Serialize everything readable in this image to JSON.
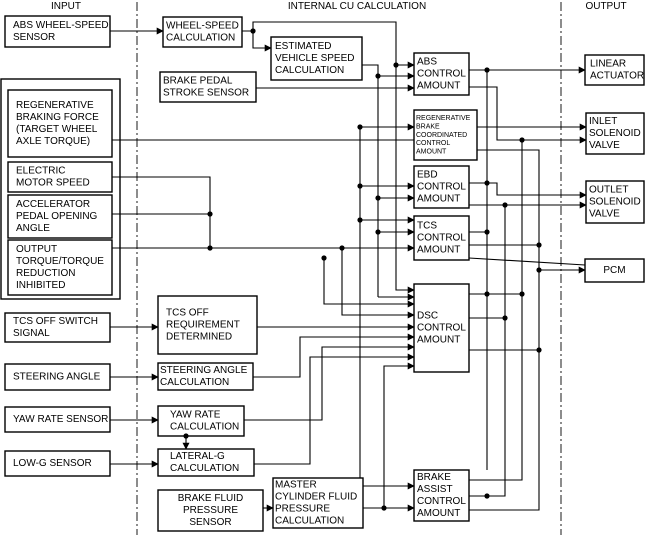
{
  "headers": {
    "input": "INPUT",
    "internal": "INTERNAL CU CALCULATION",
    "output": "OUTPUT"
  },
  "boxes": {
    "abs_wheel_speed_sensor": [
      "ABS WHEEL-SPEED",
      "SENSOR"
    ],
    "regen_braking_force": [
      "REGENERATIVE",
      "BRAKING FORCE",
      "(TARGET WHEEL",
      "AXLE TORQUE)"
    ],
    "electric_motor_speed": [
      "ELECTRIC",
      "MOTOR SPEED"
    ],
    "accel_pedal": [
      "ACCELERATOR",
      "PEDAL OPENING",
      "ANGLE"
    ],
    "output_torque": [
      "OUTPUT",
      "TORQUE/TORQUE",
      "REDUCTION",
      "INHIBITED"
    ],
    "tcs_off_switch": [
      "TCS OFF SWITCH",
      "SIGNAL"
    ],
    "steering_angle": [
      "STEERING ANGLE"
    ],
    "yaw_rate_sensor": [
      "YAW RATE SENSOR"
    ],
    "low_g_sensor": [
      "LOW-G SENSOR"
    ],
    "brake_fluid_pressure_sensor": [
      "BRAKE FLUID",
      "PRESSURE",
      "SENSOR"
    ],
    "wheel_speed_calc": [
      "WHEEL-SPEED",
      "CALCULATION"
    ],
    "est_vehicle_speed": [
      "ESTIMATED",
      "VEHICLE SPEED",
      "CALCULATION"
    ],
    "brake_pedal_stroke": [
      "BRAKE PEDAL",
      "STROKE SENSOR"
    ],
    "tcs_off_req": [
      "TCS OFF",
      "REQUIREMENT",
      "DETERMINED"
    ],
    "steering_angle_calc": [
      "STEERING ANGLE",
      "CALCULATION"
    ],
    "yaw_rate_calc": [
      "YAW RATE",
      "CALCULATION"
    ],
    "lateral_g_calc": [
      "LATERAL-G",
      "CALCULATION"
    ],
    "master_cyl": [
      "MASTER",
      "CYLINDER FLUID",
      "PRESSURE",
      "CALCULATION"
    ],
    "abs_control": [
      "ABS",
      "CONTROL",
      "AMOUNT"
    ],
    "regen_coord": [
      "REGENERATIVE",
      "BRAKE",
      "COORDINATED",
      "CONTROL",
      "AMOUNT"
    ],
    "ebd_control": [
      "EBD",
      "CONTROL",
      "AMOUNT"
    ],
    "tcs_control": [
      "TCS",
      "CONTROL",
      "AMOUNT"
    ],
    "dsc_control": [
      "DSC",
      "CONTROL",
      "AMOUNT"
    ],
    "brake_assist": [
      "BRAKE",
      "ASSIST",
      "CONTROL",
      "AMOUNT"
    ],
    "linear_actuator": [
      "LINEAR",
      "ACTUATOR"
    ],
    "inlet_solenoid": [
      "INLET",
      "SOLENOID",
      "VALVE"
    ],
    "outlet_solenoid": [
      "OUTLET",
      "SOLENOID",
      "VALVE"
    ],
    "pcm": [
      "PCM"
    ]
  }
}
